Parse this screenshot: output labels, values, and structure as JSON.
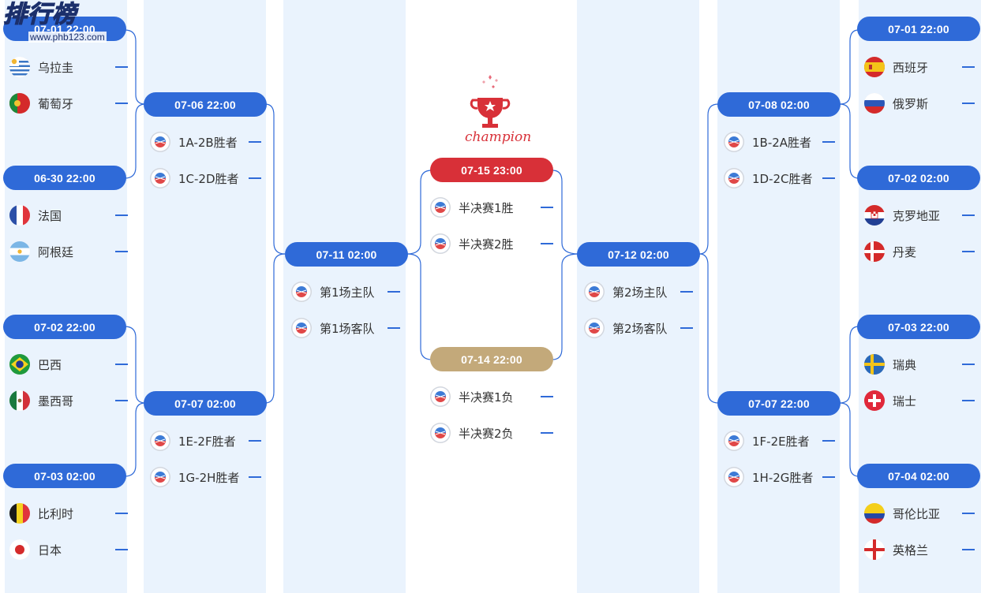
{
  "watermark": {
    "title": "排行榜",
    "url": "www.phb123.com"
  },
  "champion_label": "champion",
  "colors": {
    "blue": "#2f6ad8",
    "red": "#d83038",
    "gold": "#c3a97a",
    "col_bg": "#eaf3fd"
  },
  "r16_left": [
    {
      "time": "07-01 22:00",
      "teams": [
        {
          "name": "乌拉圭",
          "flag": "uruguay-flag-icon"
        },
        {
          "name": "葡萄牙",
          "flag": "portugal-flag-icon"
        }
      ]
    },
    {
      "time": "06-30 22:00",
      "teams": [
        {
          "name": "法国",
          "flag": "france-flag-icon"
        },
        {
          "name": "阿根廷",
          "flag": "argentina-flag-icon"
        }
      ]
    },
    {
      "time": "07-02 22:00",
      "teams": [
        {
          "name": "巴西",
          "flag": "brazil-flag-icon"
        },
        {
          "name": "墨西哥",
          "flag": "mexico-flag-icon"
        }
      ]
    },
    {
      "time": "07-03 02:00",
      "teams": [
        {
          "name": "比利时",
          "flag": "belgium-flag-icon"
        },
        {
          "name": "日本",
          "flag": "japan-flag-icon"
        }
      ]
    }
  ],
  "qf_left": [
    {
      "time": "07-06 22:00",
      "teams": [
        {
          "name": "1A-2B胜者"
        },
        {
          "name": "1C-2D胜者"
        }
      ]
    },
    {
      "time": "07-07 02:00",
      "teams": [
        {
          "name": "1E-2F胜者"
        },
        {
          "name": "1G-2H胜者"
        }
      ]
    }
  ],
  "sf_left": {
    "time": "07-11 02:00",
    "teams": [
      {
        "name": "第1场主队"
      },
      {
        "name": "第1场客队"
      }
    ]
  },
  "final": {
    "time": "07-15 23:00",
    "teams": [
      {
        "name": "半决赛1胜"
      },
      {
        "name": "半决赛2胜"
      }
    ]
  },
  "third_place": {
    "time": "07-14 22:00",
    "teams": [
      {
        "name": "半决赛1负"
      },
      {
        "name": "半决赛2负"
      }
    ]
  },
  "sf_right": {
    "time": "07-12 02:00",
    "teams": [
      {
        "name": "第2场主队"
      },
      {
        "name": "第2场客队"
      }
    ]
  },
  "qf_right": [
    {
      "time": "07-08 02:00",
      "teams": [
        {
          "name": "1B-2A胜者"
        },
        {
          "name": "1D-2C胜者"
        }
      ]
    },
    {
      "time": "07-07 22:00",
      "teams": [
        {
          "name": "1F-2E胜者"
        },
        {
          "name": "1H-2G胜者"
        }
      ]
    }
  ],
  "r16_right": [
    {
      "time": "07-01 22:00",
      "teams": [
        {
          "name": "西班牙",
          "flag": "spain-flag-icon"
        },
        {
          "name": "俄罗斯",
          "flag": "russia-flag-icon"
        }
      ]
    },
    {
      "time": "07-02 02:00",
      "teams": [
        {
          "name": "克罗地亚",
          "flag": "croatia-flag-icon"
        },
        {
          "name": "丹麦",
          "flag": "denmark-flag-icon"
        }
      ]
    },
    {
      "time": "07-03 22:00",
      "teams": [
        {
          "name": "瑞典",
          "flag": "sweden-flag-icon"
        },
        {
          "name": "瑞士",
          "flag": "switzerland-flag-icon"
        }
      ]
    },
    {
      "time": "07-04 02:00",
      "teams": [
        {
          "name": "哥伦比亚",
          "flag": "colombia-flag-icon"
        },
        {
          "name": "英格兰",
          "flag": "england-flag-icon"
        }
      ]
    }
  ]
}
